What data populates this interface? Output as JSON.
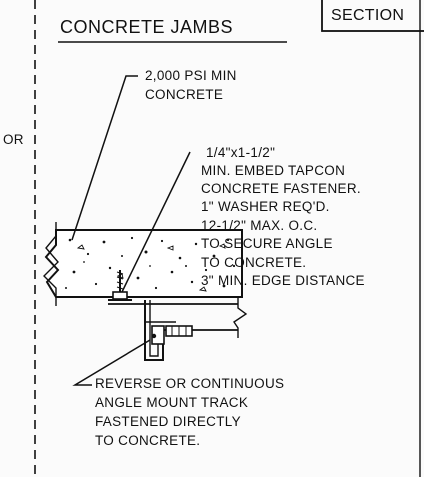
{
  "sheet": {
    "title": "CONCRETE JAMBS",
    "section_label": "SECTION",
    "left_margin_fragment": "OR"
  },
  "notes": {
    "concrete": [
      "2,000 PSI MIN",
      "CONCRETE"
    ],
    "fastener": [
      "1/4\"x1-1/2\"",
      "MIN. EMBED TAPCON",
      "CONCRETE FASTENER.",
      "1\" WASHER REQ'D.",
      "12-1/2\" MAX. O.C.",
      "TO SECURE ANGLE",
      "TO CONCRETE.",
      "3\" MIN. EDGE DISTANCE"
    ],
    "track": [
      "REVERSE OR CONTINUOUS",
      "ANGLE MOUNT TRACK",
      "FASTENED DIRECTLY",
      "TO CONCRETE."
    ]
  },
  "colors": {
    "ink": "#111111",
    "paper": "#fbfbfb"
  }
}
